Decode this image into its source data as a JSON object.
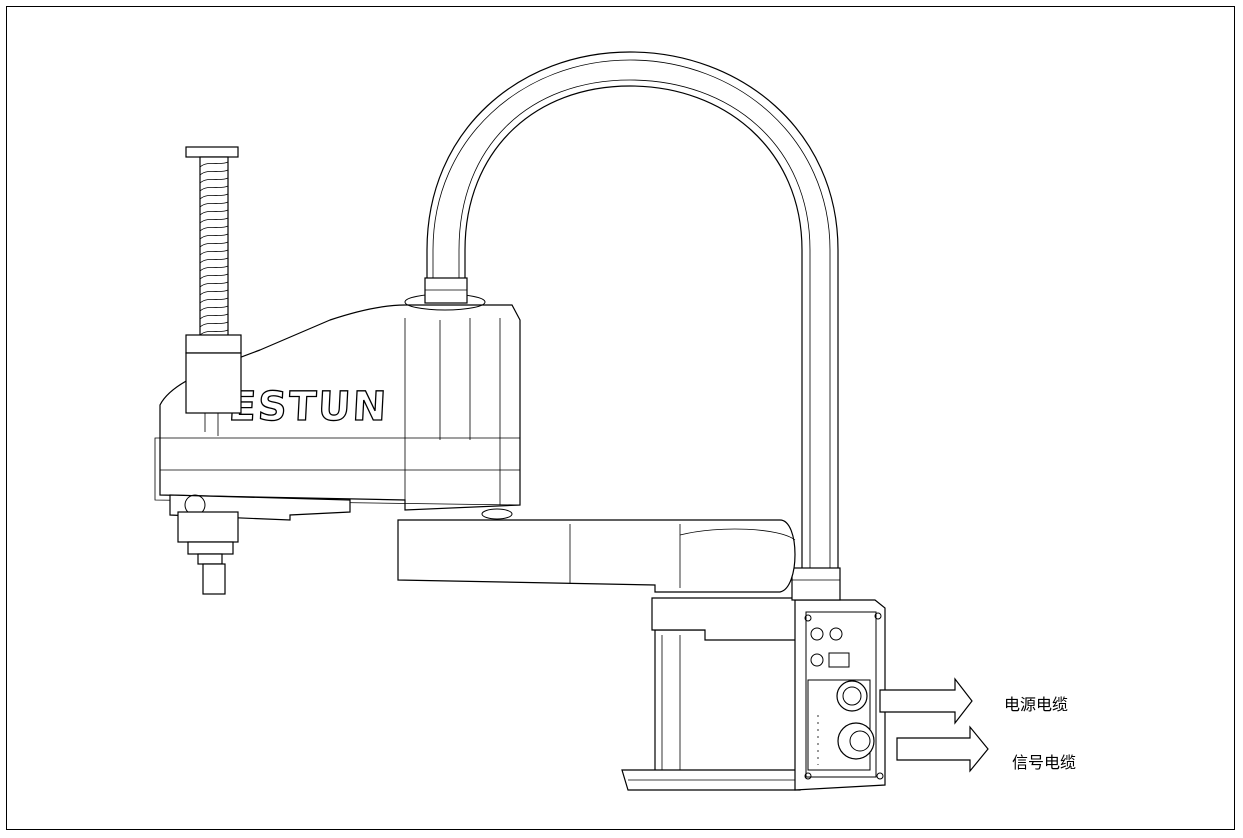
{
  "figure": {
    "brand_logo": "ESTUN",
    "callouts": [
      {
        "id": "power",
        "text": "电源电缆"
      },
      {
        "id": "signal",
        "text": "信号电缆"
      }
    ]
  },
  "colors": {
    "line": "#000000",
    "background": "#ffffff"
  }
}
